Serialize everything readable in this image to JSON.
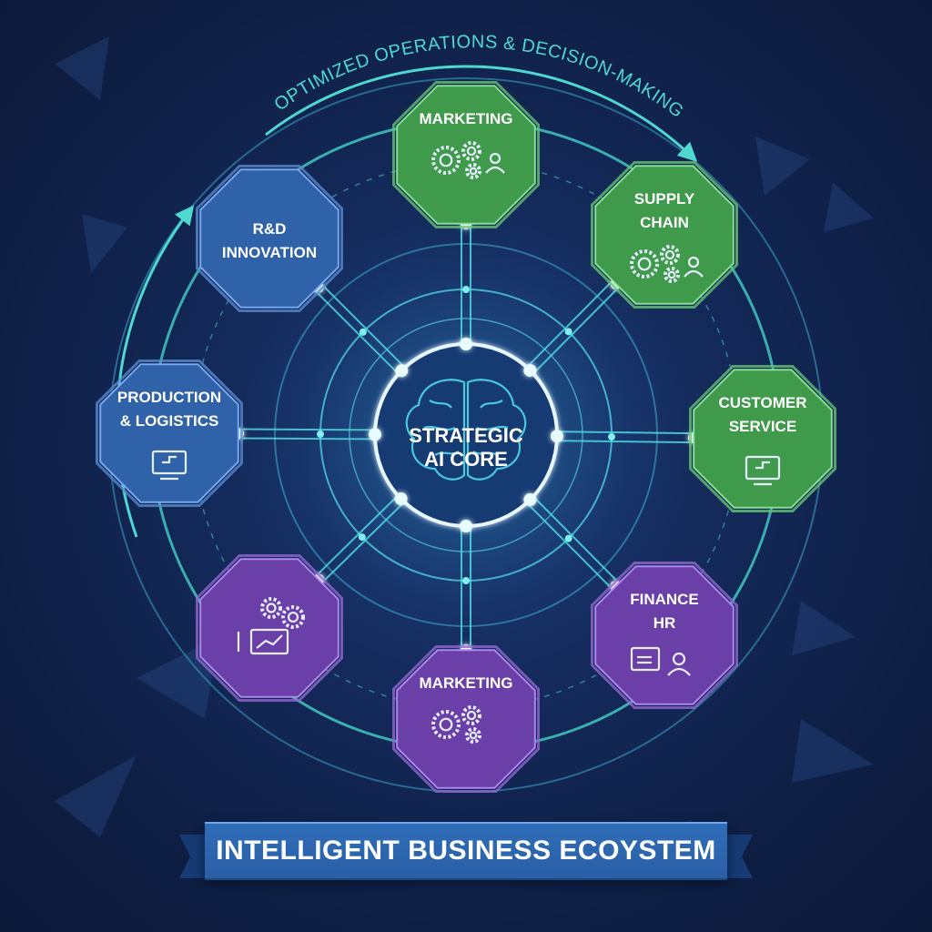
{
  "arc_label": "OPTIMIZED OPERATIONS & DECISION-MAKING",
  "core": {
    "line1": "STRATEGIC",
    "line2": "AI CORE",
    "icon": "brain-icon"
  },
  "nodes": [
    {
      "id": "marketing-top",
      "lines": [
        "MARKETING"
      ],
      "color": "#3f9a4c",
      "icon": "gears-person-icon"
    },
    {
      "id": "supply-chain",
      "lines": [
        "SUPPLY",
        "CHAIN"
      ],
      "color": "#3f9a4c",
      "icon": "gears-person-icon"
    },
    {
      "id": "customer-service",
      "lines": [
        "CUSTOMER",
        "SERVICE"
      ],
      "color": "#3f9a4c",
      "icon": "monitor-icon"
    },
    {
      "id": "finance-hr",
      "lines": [
        "FINANCE",
        "HR"
      ],
      "color": "#6a3fa8",
      "icon": "screen-person-icon"
    },
    {
      "id": "marketing-bottom",
      "lines": [
        "MARKETING"
      ],
      "color": "#6a3fa8",
      "icon": "gears-icon"
    },
    {
      "id": "analytics",
      "lines": [],
      "color": "#6a3fa8",
      "icon": "chart-gears-icon"
    },
    {
      "id": "production-logistics",
      "lines": [
        "PRODUCTION",
        "& LOGISTICS"
      ],
      "color": "#2f62a8",
      "icon": "circuit-monitor-icon"
    },
    {
      "id": "rnd-innovation",
      "lines": [
        "R&D",
        "INNOVATION"
      ],
      "color": "#2f62a8",
      "icon": "none"
    }
  ],
  "banner": {
    "title": "INTELLIGENT BUSINESS ECOYSTEM"
  }
}
